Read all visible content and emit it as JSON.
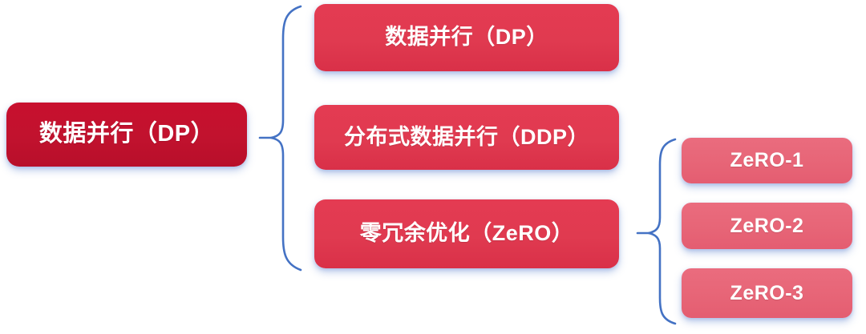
{
  "diagram": {
    "type": "tree-brace-diagram",
    "orientation": "left-to-right",
    "background_color": "#ffffff",
    "palette": {
      "root_box": "#c8102e",
      "branch_box": "#e03a50",
      "leaf_box": "#e76577",
      "brace_line": "#4472c4",
      "text": "#ffffff",
      "shadow": "#7a96d7"
    },
    "root": {
      "label": "数据并行（DP）",
      "level": 1
    },
    "branches": [
      {
        "label": "数据并行（DP）",
        "level": 2
      },
      {
        "label": "分布式数据并行（DDP）",
        "level": 2
      },
      {
        "label": "零冗余优化（ZeRO）",
        "level": 2
      }
    ],
    "leaves": [
      {
        "label": "ZeRO-1",
        "level": 3,
        "parent": "零冗余优化（ZeRO）"
      },
      {
        "label": "ZeRO-2",
        "level": 3,
        "parent": "零冗余优化（ZeRO）"
      },
      {
        "label": "ZeRO-3",
        "level": 3,
        "parent": "零冗余优化（ZeRO）"
      }
    ],
    "connectors": [
      {
        "name": "brace-root-to-branches",
        "style": "curly-brace",
        "color": "#4472c4"
      },
      {
        "name": "brace-zero-to-leaves",
        "style": "curly-brace",
        "color": "#4472c4"
      }
    ]
  }
}
